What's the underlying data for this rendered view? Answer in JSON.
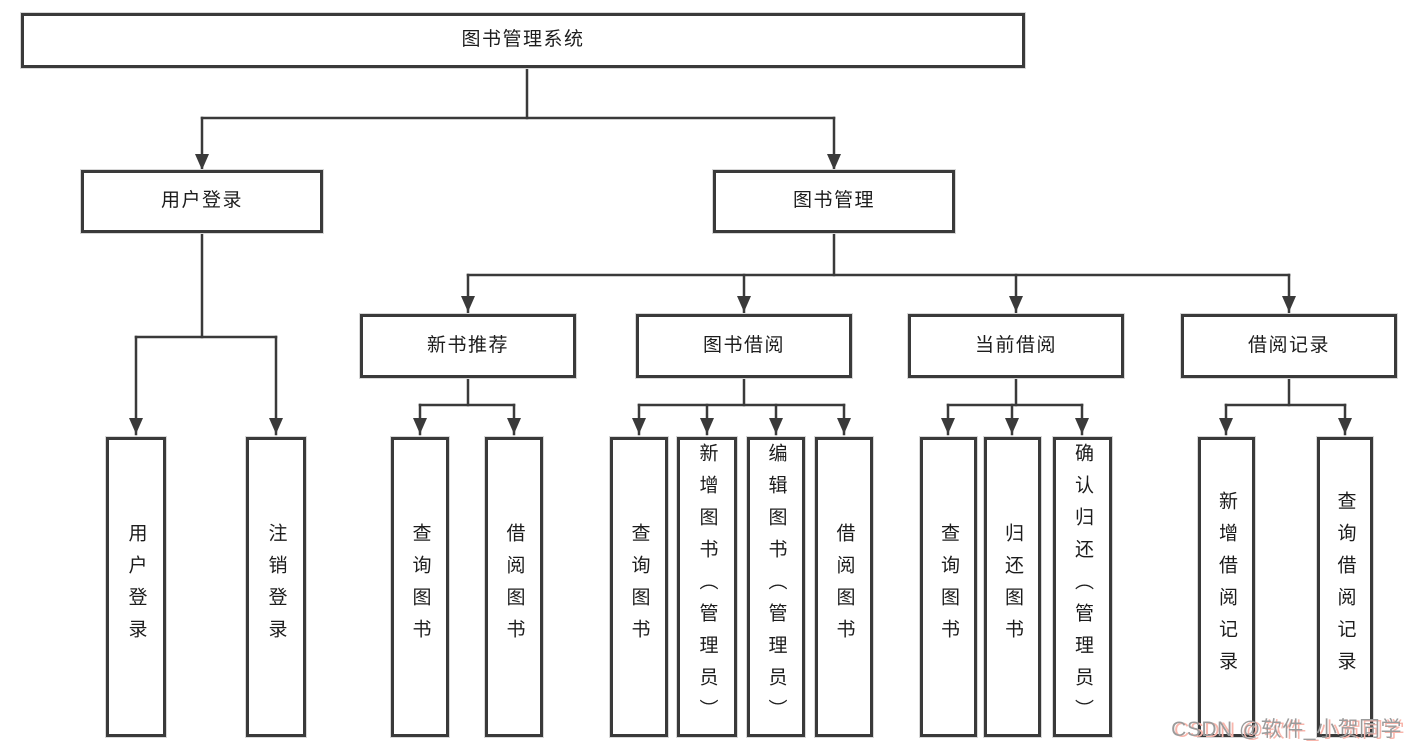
{
  "diagram_type": "tree",
  "colors": {
    "line": "#3a3a3a",
    "box_border": "#3a3a3a",
    "box_fill": "#ffffff",
    "text": "#1c1c1c",
    "background": "#ffffff",
    "watermark_text": "#9b9b9b",
    "watermark_shadow": "#f8b6ac"
  },
  "tree": {
    "root": {
      "label": "图书管理系统",
      "children": [
        {
          "label": "用户登录",
          "children": [
            {
              "label": "用户登录"
            },
            {
              "label": "注销登录"
            }
          ]
        },
        {
          "label": "图书管理",
          "children": [
            {
              "label": "新书推荐",
              "children": [
                {
                  "label": "查询图书"
                },
                {
                  "label": "借阅图书"
                }
              ]
            },
            {
              "label": "图书借阅",
              "children": [
                {
                  "label": "查询图书"
                },
                {
                  "label": "新增图书（管理员）"
                },
                {
                  "label": "编辑图书（管理员）"
                },
                {
                  "label": "借阅图书"
                }
              ]
            },
            {
              "label": "当前借阅",
              "children": [
                {
                  "label": "查询图书"
                },
                {
                  "label": "归还图书"
                },
                {
                  "label": "确认归还（管理员）"
                }
              ]
            },
            {
              "label": "借阅记录",
              "children": [
                {
                  "label": "新增借阅记录"
                },
                {
                  "label": "查询借阅记录"
                }
              ]
            }
          ]
        }
      ]
    }
  },
  "watermark": {
    "text": "CSDN @软件_小贺同学"
  }
}
